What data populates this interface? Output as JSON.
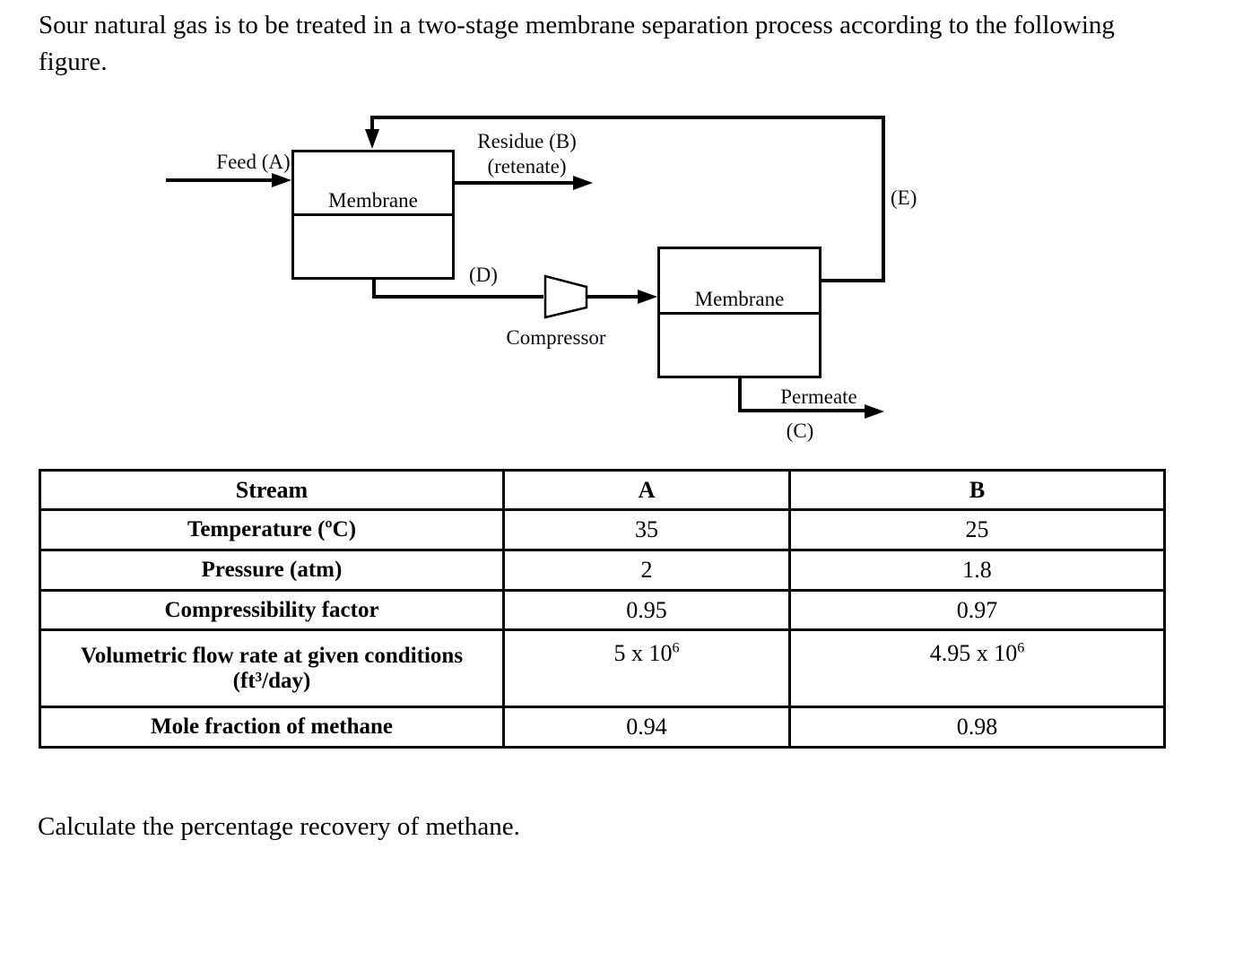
{
  "problem": {
    "intro": "Sour natural gas is to be treated in a two-stage membrane separation process according to the following figure.",
    "question": "Calculate the percentage recovery of methane."
  },
  "diagram": {
    "feed_label": "Feed (A)",
    "membrane1_label": "Membrane",
    "membrane2_label": "Membrane",
    "residue_line1": "Residue (B)",
    "residue_line2": "(retenate)",
    "stream_d_label": "(D)",
    "stream_e_label": "(E)",
    "compressor_label": "Compressor",
    "permeate_label": "Permeate",
    "stream_c_label": "(C)",
    "line_color": "#000000"
  },
  "table": {
    "header": {
      "stream": "Stream",
      "a": "A",
      "b": "B"
    },
    "rows": [
      {
        "label": "Temperature (ºC)",
        "a": "35",
        "b": "25"
      },
      {
        "label": "Pressure (atm)",
        "a": "2",
        "b": "1.8"
      },
      {
        "label": "Compressibility factor",
        "a": "0.95",
        "b": "0.97"
      },
      {
        "label": "Volumetric flow rate at given conditions (ft³/day)",
        "a_base": "5 x 10",
        "a_exp": "6",
        "b_base": "4.95 x 10",
        "b_exp": "6"
      },
      {
        "label": "Mole fraction of methane",
        "a": "0.94",
        "b": "0.98"
      }
    ]
  }
}
